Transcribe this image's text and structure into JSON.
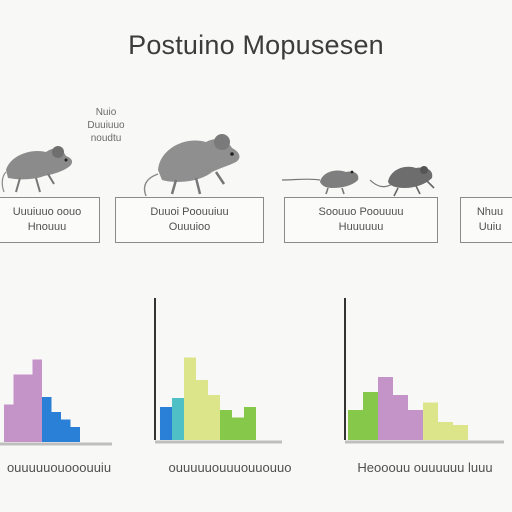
{
  "title": "Postuino Mopusesen",
  "note": {
    "lines": [
      "Nuio",
      "Duuiuuo",
      "noudtu"
    ]
  },
  "boxes": [
    {
      "line1": "Uuuiuuo oouo",
      "line2": "Hnouuu"
    },
    {
      "line1": "Duuoi Poouuiuu",
      "line2": "Ouuuioo"
    },
    {
      "line1": "Soouuo Poouuuu",
      "line2": "Huuuuuu"
    },
    {
      "line1": "Nhuu",
      "line2": "Uuiu"
    }
  ],
  "captions": [
    "ouuuuuouooouuiu",
    "ouuuuuouuuouuouuo",
    "Heooouu ouuuuuu luuu"
  ],
  "colors": {
    "purple": "#c493c8",
    "blue": "#2a7fd6",
    "teal": "#4fc0c6",
    "yellow": "#dde58b",
    "green": "#86c94a",
    "axis": "#333333",
    "baseline": "#bfbfbf"
  },
  "chart_data": [
    {
      "type": "bar",
      "values": [
        0.25,
        0.45,
        0.45,
        0.55,
        0.3,
        0.2,
        0.15,
        0.1
      ],
      "colors": [
        "purple",
        "purple",
        "purple",
        "purple",
        "blue",
        "blue",
        "blue",
        "blue"
      ]
    },
    {
      "type": "bar",
      "values": [
        0.22,
        0.28,
        0.55,
        0.4,
        0.3,
        0.2,
        0.15,
        0.22
      ],
      "colors": [
        "blue",
        "teal",
        "yellow",
        "yellow",
        "yellow",
        "green",
        "green",
        "green"
      ]
    },
    {
      "type": "bar",
      "values": [
        0.2,
        0.32,
        0.42,
        0.3,
        0.2,
        0.25,
        0.12,
        0.1
      ],
      "colors": [
        "green",
        "green",
        "purple",
        "purple",
        "purple",
        "yellow",
        "yellow",
        "yellow"
      ]
    }
  ]
}
